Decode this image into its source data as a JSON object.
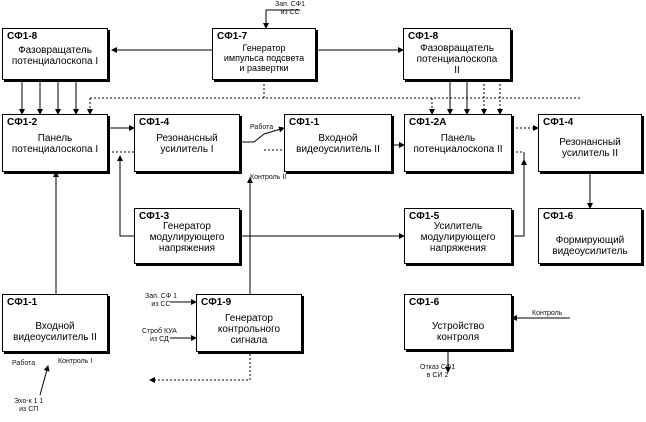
{
  "blocks": {
    "sf18_left": {
      "code": "СФ1-8",
      "title_l1": "Фазовращатель",
      "title_l2": "потенциалоскопа I"
    },
    "sf17": {
      "code": "СФ1-7",
      "title_l1": "Генератор",
      "title_l2": "импульса подсвета",
      "title_l3": "и развертки"
    },
    "sf18_right": {
      "code": "СФ1-8",
      "title_l1": "Фазовращатель",
      "title_l2": "потенциалоскопа",
      "title_l3": "II"
    },
    "sf12": {
      "code": "СФ1-2",
      "title_l1": "Панель",
      "title_l2": "потенциалоскопа I"
    },
    "sf14_left": {
      "code": "СФ1-4",
      "title_l1": "Резонансный",
      "title_l2": "усилитель I"
    },
    "sf11_top": {
      "code": "СФ1-1",
      "title_l1": "Входной",
      "title_l2": "видеоусилитель II"
    },
    "sf12a": {
      "code": "СФ1-2А",
      "title_l1": "Панель",
      "title_l2": "потенциалоскопа II"
    },
    "sf14_right": {
      "code": "СФ1-4",
      "title_l1": "Резонансный",
      "title_l2": "усилитель II"
    },
    "sf13": {
      "code": "СФ1-3",
      "title_l1": "Генератор",
      "title_l2": "модулирующего",
      "title_l3": "напряжения"
    },
    "sf15": {
      "code": "СФ1-5",
      "title_l1": "Усилитель",
      "title_l2": "модулирующего",
      "title_l3": "напряжения"
    },
    "sf16_top": {
      "code": "СФ1-6",
      "title_l1": "Формирующий",
      "title_l2": "видеоусилитель"
    },
    "sf11_bottom": {
      "code": "СФ1-1",
      "title_l1": "Входной",
      "title_l2": "видеоусилитель II"
    },
    "sf19": {
      "code": "СФ1-9",
      "title_l1": "Генератор",
      "title_l2": "контрольного",
      "title_l3": "сигнала"
    },
    "sf16_bottom": {
      "code": "СФ1-6",
      "title_l1": "Устройство",
      "title_l2": "контроля"
    }
  },
  "labels": {
    "zap_sf1_top_l1": "Зап. СФ1",
    "zap_sf1_top_l2": "из СС",
    "rabota_top": "Работа",
    "kontrol_top": "Контроль II",
    "zap_sf1_bottom_l1": "Зап. СФ 1",
    "zap_sf1_bottom_l2": "из СС",
    "strob_kua_l1": "Строб КУА",
    "strob_kua_l2": "из СД",
    "rabota_bottom": "Работа",
    "kontrol_bottom": "Контроль I",
    "echo_l1": "Эхо-к 1 1",
    "echo_l2": "из СП",
    "kontrol_right": "Контроль",
    "otkaz_l1": "Отказ СФ1",
    "otkaz_l2": "в СИ 2"
  },
  "colors": {
    "line": "#000000",
    "background": "#ffffff"
  }
}
